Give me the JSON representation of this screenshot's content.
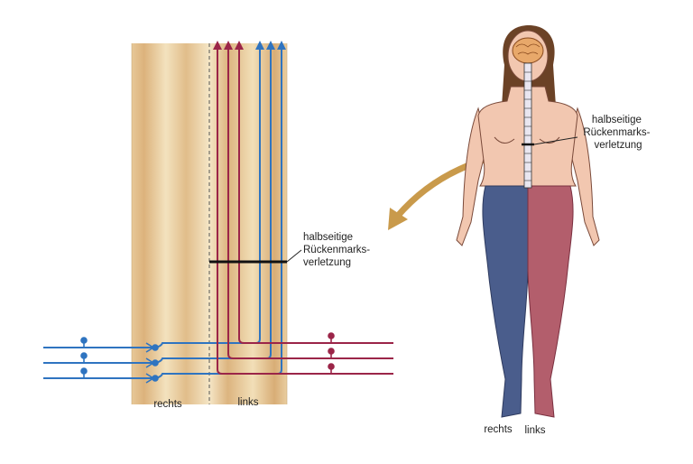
{
  "colors": {
    "spinal_cord_light": "#f3e0b8",
    "spinal_cord_dark": "#d9b47f",
    "sensory_blue": "#2f74c0",
    "sensory_red": "#9b2548",
    "leg_blue": "#4a5d8c",
    "leg_red": "#b35e6c",
    "skin": "#f2c7b0",
    "hair": "#6b4226",
    "brain": "#e8a86a",
    "arrow": "#c99a4b",
    "lesion_bar": "#111111"
  },
  "cord_diagram": {
    "lesion_label": [
      "halbseitige",
      "Rückenmarks-",
      "verletzung"
    ],
    "side_labels": {
      "right": "rechts",
      "left": "links"
    }
  },
  "figure": {
    "lesion_label": [
      "halbseitige",
      "Rückenmarks-",
      "verletzung"
    ],
    "side_labels": {
      "right": "rechts",
      "left": "links"
    }
  },
  "icons": [
    "spinal-cord-section",
    "human-figure",
    "brain-icon",
    "curved-arrow"
  ]
}
